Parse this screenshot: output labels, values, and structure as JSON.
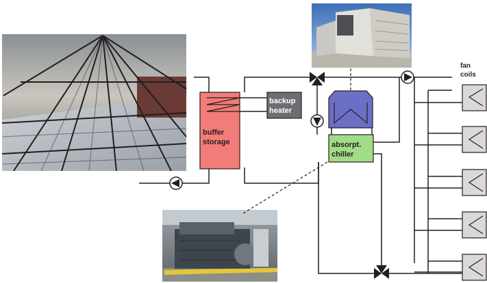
{
  "labels": {
    "buffer_storage": [
      "buffer",
      "storage"
    ],
    "backup_heater": [
      "backup",
      "heater"
    ],
    "absorption_chiller": [
      "absorpt.",
      "chiller"
    ],
    "fan_coils": [
      "fan",
      "coils"
    ]
  },
  "photos": {
    "solar_collectors": "solar-collector-array-photo",
    "cooling_tower": "rooftop-cooling-tower-photo",
    "chiller_machine": "absorption-chiller-machine-photo"
  },
  "colors": {
    "buffer_storage": "#f27c77",
    "backup_heater": "#6d6e71",
    "absorption_chiller": "#a2dc86",
    "cooling_tower_box": "#6b6fc6",
    "fan_coil": "#d9d9d9",
    "pipe": "#231f20"
  }
}
